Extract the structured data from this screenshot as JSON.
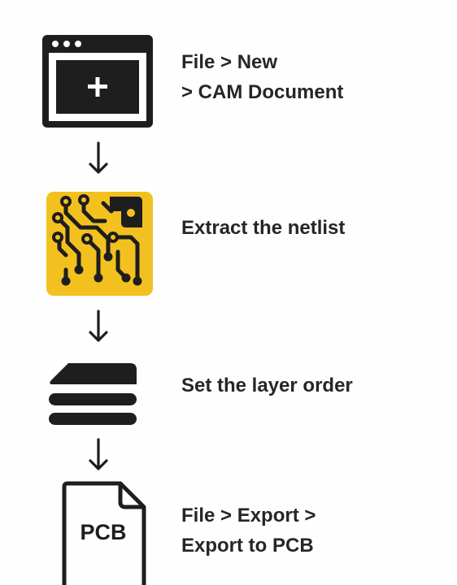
{
  "steps": [
    {
      "icon": "new-document-window-icon",
      "lines": [
        "File > New",
        "> CAM Document"
      ]
    },
    {
      "icon": "circuit-board-icon",
      "lines": [
        "Extract the netlist"
      ]
    },
    {
      "icon": "stacked-layers-icon",
      "lines": [
        "Set the layer order"
      ]
    },
    {
      "icon": "pcb-file-icon",
      "icon_text": "PCB",
      "lines": [
        "File > Export >",
        "Export to PCB"
      ]
    }
  ],
  "colors": {
    "icon": "#1e1e1e",
    "text": "#262626",
    "circuit_background": "#f3c11f",
    "background": "#fefefe"
  }
}
